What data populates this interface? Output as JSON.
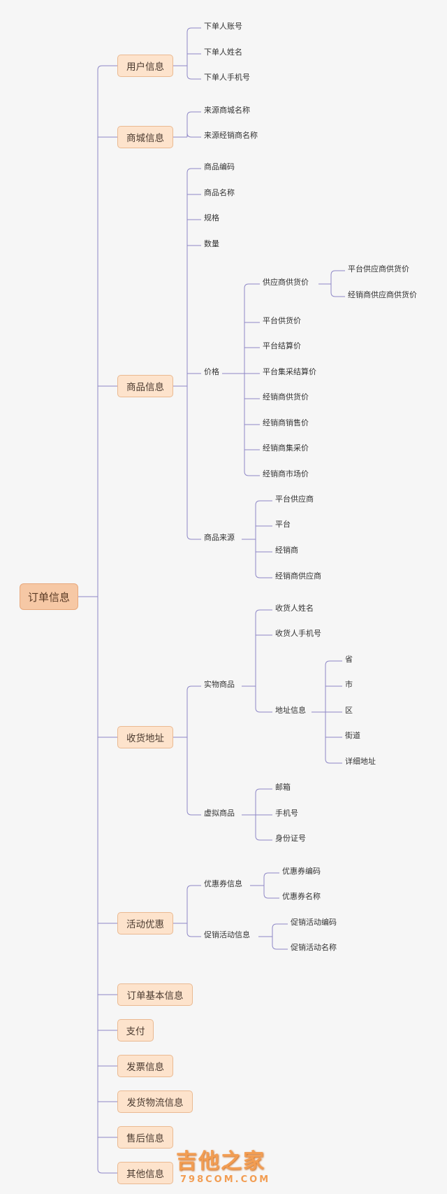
{
  "root": {
    "label": "订单信息"
  },
  "branches": [
    {
      "label": "用户信息",
      "children": [
        {
          "label": "下单人账号"
        },
        {
          "label": "下单人姓名"
        },
        {
          "label": "下单人手机号"
        }
      ]
    },
    {
      "label": "商城信息",
      "children": [
        {
          "label": "来源商城名称"
        },
        {
          "label": "来源经销商名称"
        }
      ]
    },
    {
      "label": "商品信息",
      "children": [
        {
          "label": "商品编码"
        },
        {
          "label": "商品名称"
        },
        {
          "label": "规格"
        },
        {
          "label": "数量"
        },
        {
          "label": "价格",
          "children": [
            {
              "label": "供应商供货价",
              "children": [
                {
                  "label": "平台供应商供货价"
                },
                {
                  "label": "经销商供应商供货价"
                }
              ]
            },
            {
              "label": "平台供货价"
            },
            {
              "label": "平台结算价"
            },
            {
              "label": "平台集采结算价"
            },
            {
              "label": "经销商供货价"
            },
            {
              "label": "经销商销售价"
            },
            {
              "label": "经销商集采价"
            },
            {
              "label": "经销商市场价"
            }
          ]
        },
        {
          "label": "商品来源",
          "children": [
            {
              "label": "平台供应商"
            },
            {
              "label": "平台"
            },
            {
              "label": "经销商"
            },
            {
              "label": "经销商供应商"
            }
          ]
        }
      ]
    },
    {
      "label": "收货地址",
      "children": [
        {
          "label": "实物商品",
          "children": [
            {
              "label": "收货人姓名"
            },
            {
              "label": "收货人手机号"
            },
            {
              "label": "地址信息",
              "children": [
                {
                  "label": "省"
                },
                {
                  "label": "市"
                },
                {
                  "label": "区"
                },
                {
                  "label": "街道"
                },
                {
                  "label": "详细地址"
                }
              ]
            }
          ]
        },
        {
          "label": "虚拟商品",
          "children": [
            {
              "label": "邮箱"
            },
            {
              "label": "手机号"
            },
            {
              "label": "身份证号"
            }
          ]
        }
      ]
    },
    {
      "label": "活动优惠",
      "children": [
        {
          "label": "优惠券信息",
          "children": [
            {
              "label": "优惠券编码"
            },
            {
              "label": "优惠券名称"
            }
          ]
        },
        {
          "label": "促销活动信息",
          "children": [
            {
              "label": "促销活动编码"
            },
            {
              "label": "促销活动名称"
            }
          ]
        }
      ]
    },
    {
      "label": "订单基本信息"
    },
    {
      "label": "支付"
    },
    {
      "label": "发票信息"
    },
    {
      "label": "发货物流信息"
    },
    {
      "label": "售后信息"
    },
    {
      "label": "其他信息"
    }
  ],
  "watermark": {
    "title": "吉他之家",
    "sub": "798COM.COM"
  },
  "colors": {
    "line": "#8e87c6",
    "node_fill": "#fde3cc",
    "root_fill": "#f6c8a5"
  }
}
